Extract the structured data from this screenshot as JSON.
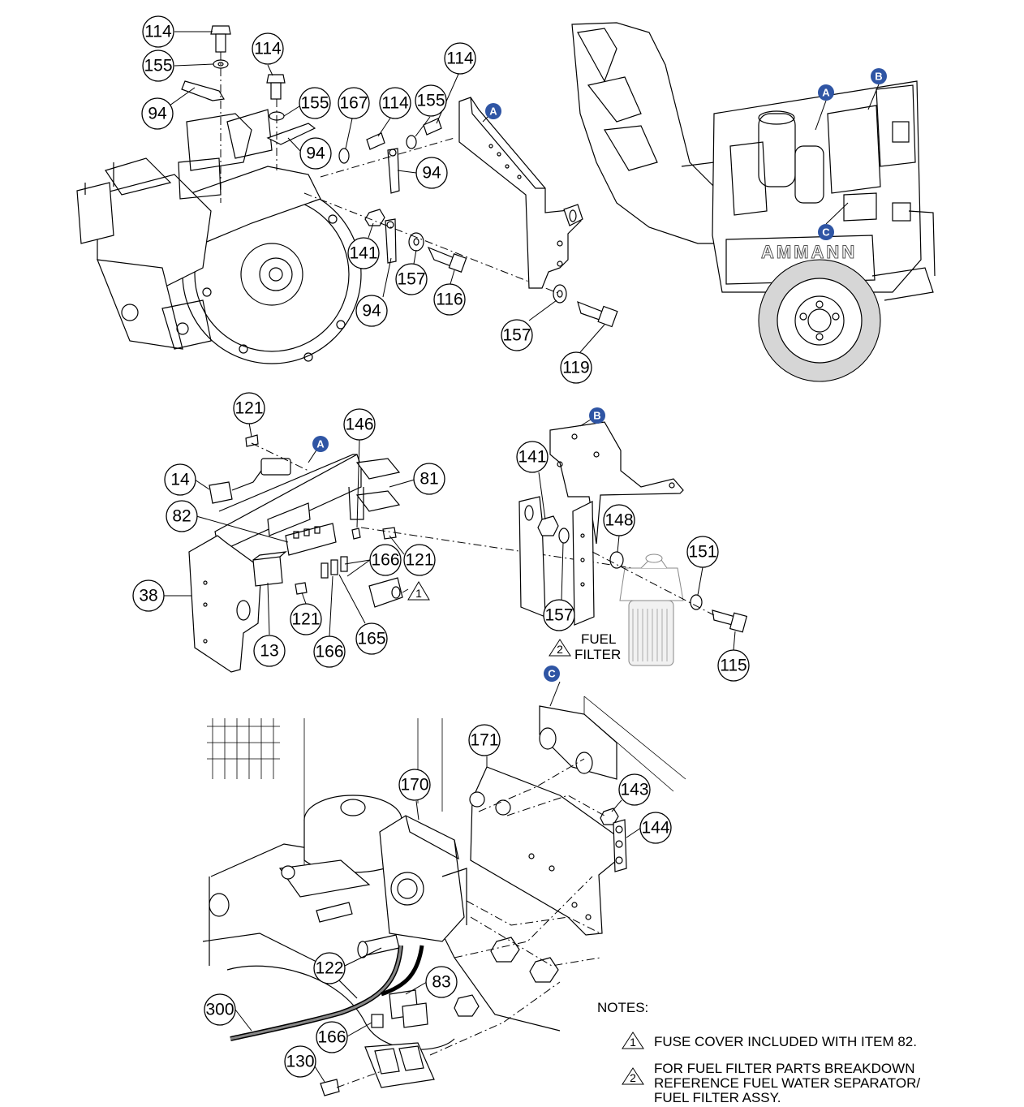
{
  "brand_text": "AMMANN",
  "view_markers": [
    "A",
    "B",
    "C"
  ],
  "callouts": {
    "c114": "114",
    "c155": "155",
    "c94": "94",
    "c167": "167",
    "c141": "141",
    "c157": "157",
    "c116": "116",
    "c119": "119",
    "c121": "121",
    "c146": "146",
    "c14": "14",
    "c81": "81",
    "c82": "82",
    "c166": "166",
    "c38": "38",
    "c13": "13",
    "c165": "165",
    "c148": "148",
    "c151": "151",
    "c115": "115",
    "c171": "171",
    "c170": "170",
    "c143": "143",
    "c144": "144",
    "c122": "122",
    "c83": "83",
    "c300": "300",
    "c130": "130"
  },
  "note_refs": {
    "n1": "1",
    "n2": "2"
  },
  "fuel_filter_label": [
    "FUEL",
    "FILTER"
  ],
  "notes": {
    "heading": "NOTES:",
    "items": [
      {
        "num": "1",
        "lines": [
          "FUSE COVER INCLUDED WITH ITEM 82."
        ]
      },
      {
        "num": "2",
        "lines": [
          "FOR FUEL FILTER PARTS BREAKDOWN",
          "REFERENCE FUEL WATER SEPARATOR/",
          "FUEL FILTER ASSY."
        ]
      }
    ]
  },
  "colors": {
    "marker_blue": "#2f55a4",
    "line": "#000000",
    "shade": "#d6d6d6"
  }
}
